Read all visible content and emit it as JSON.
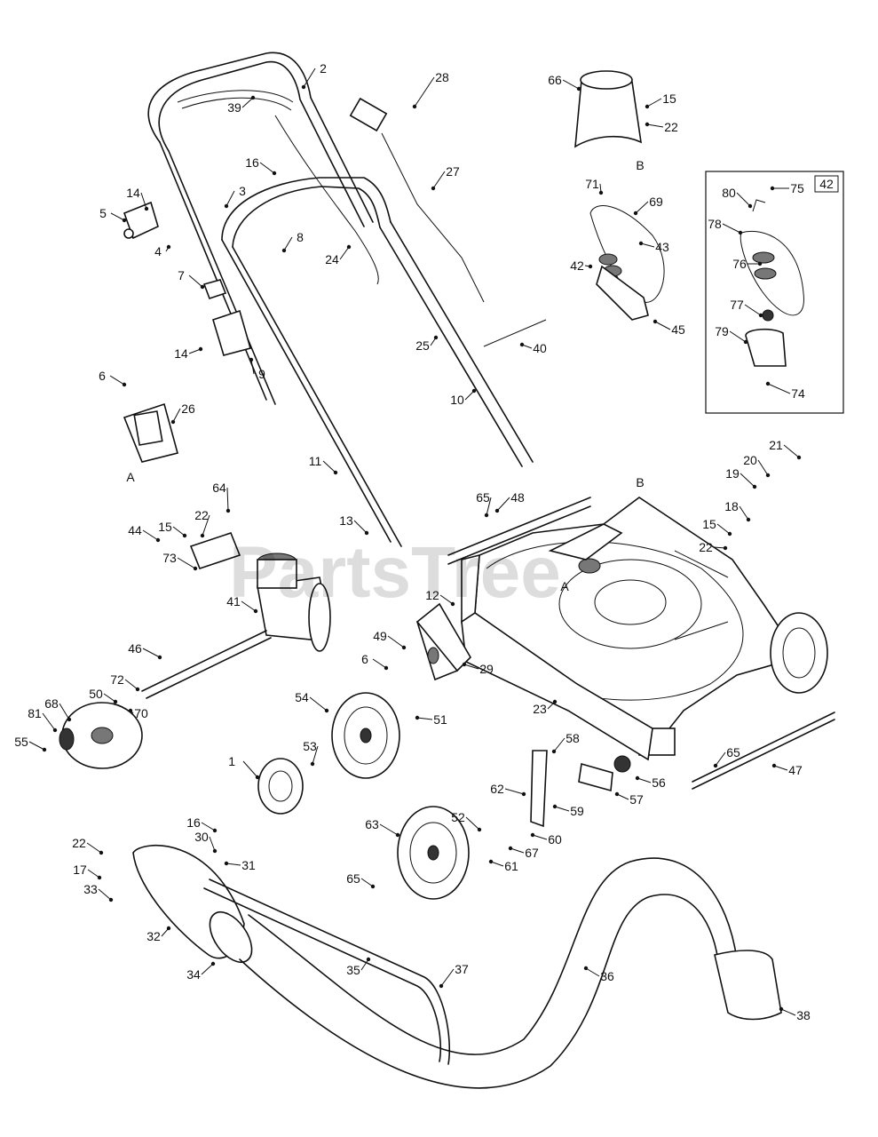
{
  "watermark": "PartsTree",
  "inset_label": "42",
  "ref_labels": {
    "a_top": "A",
    "a_deck": "A",
    "b_chute": "B",
    "b_deck": "B"
  },
  "parts": [
    {
      "id": "1",
      "text": "1"
    },
    {
      "id": "2",
      "text": "2"
    },
    {
      "id": "3",
      "text": "3"
    },
    {
      "id": "4",
      "text": "4"
    },
    {
      "id": "5",
      "text": "5"
    },
    {
      "id": "6a",
      "text": "6"
    },
    {
      "id": "6b",
      "text": "6"
    },
    {
      "id": "7",
      "text": "7"
    },
    {
      "id": "8",
      "text": "8"
    },
    {
      "id": "9",
      "text": "9"
    },
    {
      "id": "10",
      "text": "10"
    },
    {
      "id": "11",
      "text": "11"
    },
    {
      "id": "12",
      "text": "12"
    },
    {
      "id": "13",
      "text": "13"
    },
    {
      "id": "14a",
      "text": "14"
    },
    {
      "id": "14b",
      "text": "14"
    },
    {
      "id": "15a",
      "text": "15"
    },
    {
      "id": "15b",
      "text": "15"
    },
    {
      "id": "15c",
      "text": "15"
    },
    {
      "id": "16a",
      "text": "16"
    },
    {
      "id": "16b",
      "text": "16"
    },
    {
      "id": "17",
      "text": "17"
    },
    {
      "id": "18",
      "text": "18"
    },
    {
      "id": "19",
      "text": "19"
    },
    {
      "id": "20",
      "text": "20"
    },
    {
      "id": "21",
      "text": "21"
    },
    {
      "id": "22a",
      "text": "22"
    },
    {
      "id": "22b",
      "text": "22"
    },
    {
      "id": "22c",
      "text": "22"
    },
    {
      "id": "22d",
      "text": "22"
    },
    {
      "id": "23",
      "text": "23"
    },
    {
      "id": "24",
      "text": "24"
    },
    {
      "id": "25",
      "text": "25"
    },
    {
      "id": "26",
      "text": "26"
    },
    {
      "id": "27",
      "text": "27"
    },
    {
      "id": "28",
      "text": "28"
    },
    {
      "id": "29",
      "text": "29"
    },
    {
      "id": "30",
      "text": "30"
    },
    {
      "id": "31",
      "text": "31"
    },
    {
      "id": "32",
      "text": "32"
    },
    {
      "id": "33",
      "text": "33"
    },
    {
      "id": "34",
      "text": "34"
    },
    {
      "id": "35",
      "text": "35"
    },
    {
      "id": "36",
      "text": "36"
    },
    {
      "id": "37",
      "text": "37"
    },
    {
      "id": "38",
      "text": "38"
    },
    {
      "id": "39",
      "text": "39"
    },
    {
      "id": "40",
      "text": "40"
    },
    {
      "id": "41",
      "text": "41"
    },
    {
      "id": "42a",
      "text": "42"
    },
    {
      "id": "43",
      "text": "43"
    },
    {
      "id": "44",
      "text": "44"
    },
    {
      "id": "45",
      "text": "45"
    },
    {
      "id": "46",
      "text": "46"
    },
    {
      "id": "47",
      "text": "47"
    },
    {
      "id": "48",
      "text": "48"
    },
    {
      "id": "49",
      "text": "49"
    },
    {
      "id": "50",
      "text": "50"
    },
    {
      "id": "51",
      "text": "51"
    },
    {
      "id": "52",
      "text": "52"
    },
    {
      "id": "53",
      "text": "53"
    },
    {
      "id": "54",
      "text": "54"
    },
    {
      "id": "55",
      "text": "55"
    },
    {
      "id": "56",
      "text": "56"
    },
    {
      "id": "57",
      "text": "57"
    },
    {
      "id": "58",
      "text": "58"
    },
    {
      "id": "59",
      "text": "59"
    },
    {
      "id": "60",
      "text": "60"
    },
    {
      "id": "61",
      "text": "61"
    },
    {
      "id": "62",
      "text": "62"
    },
    {
      "id": "63",
      "text": "63"
    },
    {
      "id": "64",
      "text": "64"
    },
    {
      "id": "65a",
      "text": "65"
    },
    {
      "id": "65b",
      "text": "65"
    },
    {
      "id": "65c",
      "text": "65"
    },
    {
      "id": "66",
      "text": "66"
    },
    {
      "id": "67",
      "text": "67"
    },
    {
      "id": "68",
      "text": "68"
    },
    {
      "id": "69",
      "text": "69"
    },
    {
      "id": "70",
      "text": "70"
    },
    {
      "id": "71",
      "text": "71"
    },
    {
      "id": "72",
      "text": "72"
    },
    {
      "id": "73",
      "text": "73"
    },
    {
      "id": "74",
      "text": "74"
    },
    {
      "id": "75",
      "text": "75"
    },
    {
      "id": "76",
      "text": "76"
    },
    {
      "id": "77",
      "text": "77"
    },
    {
      "id": "78",
      "text": "78"
    },
    {
      "id": "79",
      "text": "79"
    },
    {
      "id": "80",
      "text": "80"
    },
    {
      "id": "81",
      "text": "81"
    }
  ]
}
